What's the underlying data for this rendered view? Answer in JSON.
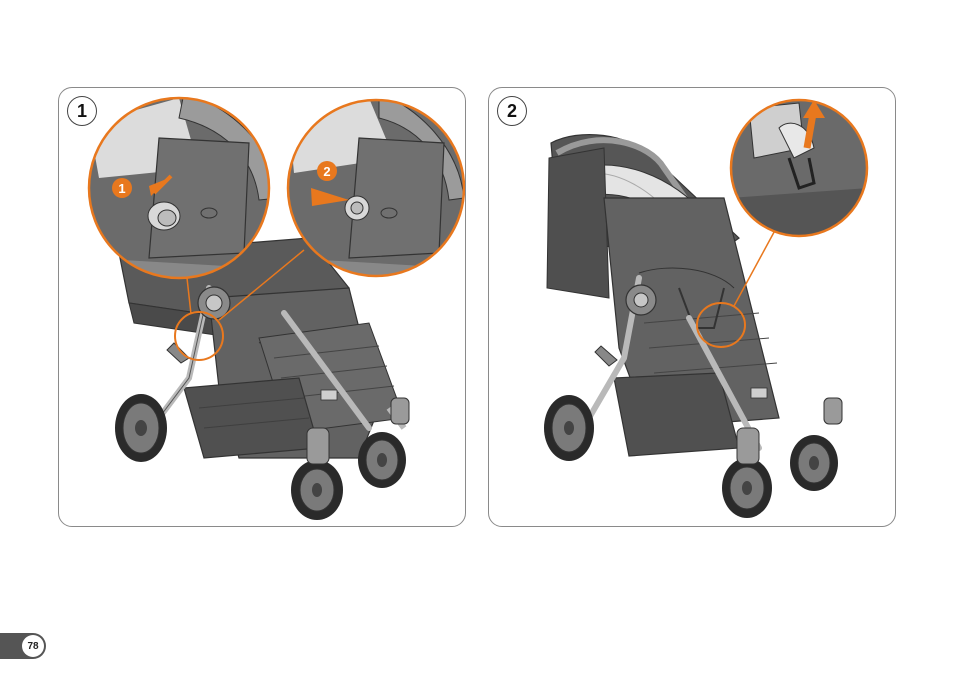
{
  "panels": [
    {
      "step": "1",
      "callouts": [
        "1",
        "2"
      ]
    },
    {
      "step": "2"
    }
  ],
  "page_number": "78",
  "colors": {
    "accent": "#e8781e",
    "fabric": "#5f5f5f",
    "fabric_dark": "#4a4a4a",
    "frame": "#b9b9b9"
  }
}
